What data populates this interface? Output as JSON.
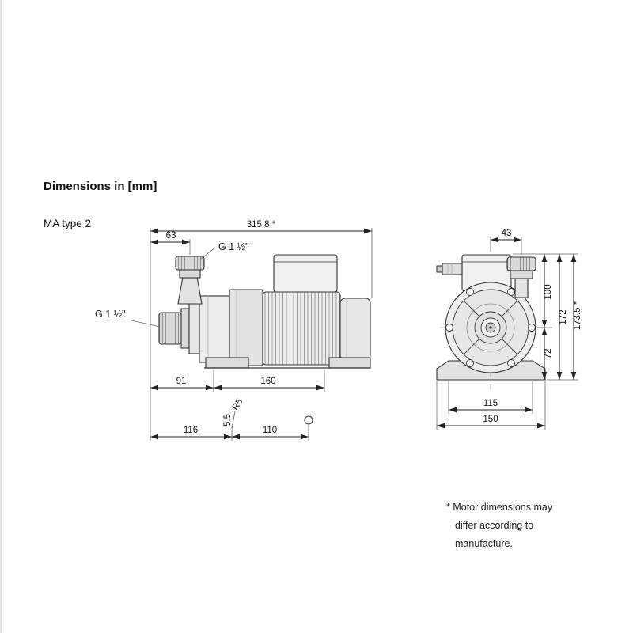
{
  "page": {
    "heading": "Dimensions in [mm]",
    "model_label": "MA type 2",
    "ink_color": "#1a1a1a",
    "body_fill": "#ececec"
  },
  "side_view": {
    "overall_length": "315.8 *",
    "inlet_offset": "63",
    "discharge_port_label": "G 1 ½\"",
    "suction_port_label": "G 1 ½\"",
    "base_front_offset": "91",
    "base_length": "160",
    "slot_offset": "116",
    "hole_spacing": "110",
    "slot_radius": "R5",
    "slot_width": "5.5"
  },
  "front_view": {
    "port_offset": "43",
    "upper_height": "100",
    "center_height": "72",
    "total_height": "172",
    "max_height": "173.5 *",
    "foot_hole_spacing": "115",
    "base_width": "150"
  },
  "footnote": {
    "line1": "* Motor dimensions may",
    "line2": "differ according to",
    "line3": "manufacture."
  }
}
